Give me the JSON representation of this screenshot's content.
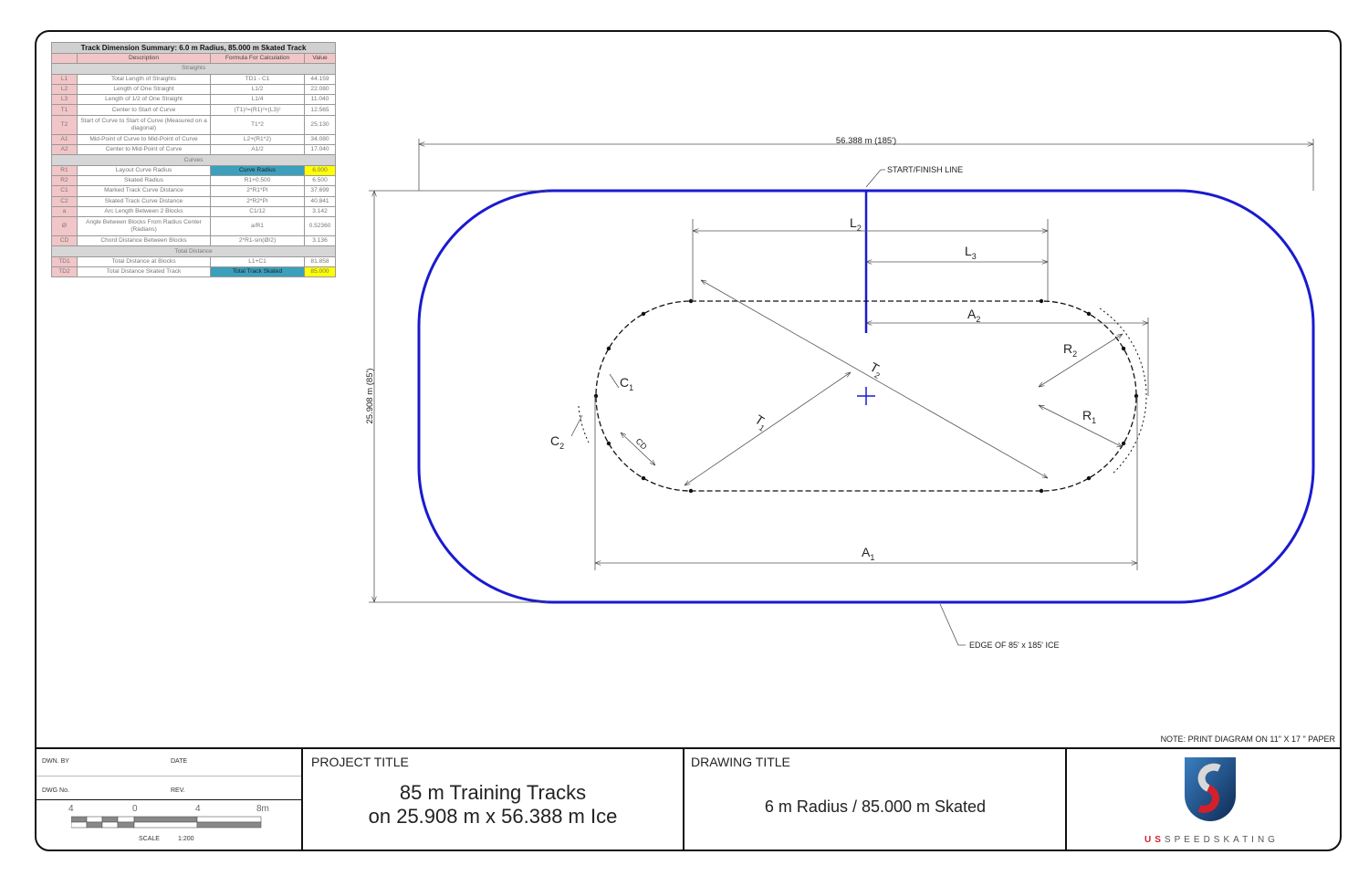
{
  "table": {
    "title": "Track Dimension Summary: 6.0 m Radius, 85.000 m Skated Track",
    "headers": [
      "",
      "Description",
      "Formula For Calculation",
      "Value"
    ],
    "sections": [
      {
        "name": "Straights",
        "rows": [
          {
            "sym": "L1",
            "desc": "Total Length of Straights",
            "formula": "TD1 - C1",
            "value": "44.159"
          },
          {
            "sym": "L2",
            "desc": "Length of One Straight",
            "formula": "L1/2",
            "value": "22.080"
          },
          {
            "sym": "L3",
            "desc": "Length of 1/2 of One Straight",
            "formula": "L1/4",
            "value": "11.040"
          },
          {
            "sym": "T1",
            "desc": "Center to Start of Curve",
            "formula": "(T1)²=(R1)²+(L3)²",
            "value": "12.565"
          },
          {
            "sym": "T2",
            "desc": "Start of Curve to Start of Curve (Measured on a diagonal)",
            "formula": "T1*2",
            "value": "25.130"
          },
          {
            "sym": "A1",
            "desc": "Mid-Point of Curve to Mid-Point of Curve",
            "formula": "L2+(R1*2)",
            "value": "34.080"
          },
          {
            "sym": "A2",
            "desc": "Center to Mid-Point of Curve",
            "formula": "A1/2",
            "value": "17.040"
          }
        ]
      },
      {
        "name": "Curves",
        "rows": [
          {
            "sym": "R1",
            "desc": "Layout Curve Radius",
            "formula": "Curve Radius",
            "value": "6.000",
            "hl": true
          },
          {
            "sym": "R2",
            "desc": "Skated Radius",
            "formula": "R1+0.500",
            "value": "6.500"
          },
          {
            "sym": "C1",
            "desc": "Marked Track Curve Distance",
            "formula": "2*R1*PI",
            "value": "37.699"
          },
          {
            "sym": "C2",
            "desc": "Skated Track Curve Distance",
            "formula": "2*R2*PI",
            "value": "40.841"
          },
          {
            "sym": "a",
            "desc": "Arc Length Between 2 Blocks",
            "formula": "C1/12",
            "value": "3.142"
          },
          {
            "sym": "Ø",
            "desc": "Angle Between Blocks From Radius Center (Radians)",
            "formula": "a/R1",
            "value": "0.52360"
          },
          {
            "sym": "CD",
            "desc": "Chord Distance Between Blocks",
            "formula": "2*R1-sin(Ø/2)",
            "value": "3.136"
          }
        ]
      },
      {
        "name": "Total Distance",
        "rows": [
          {
            "sym": "TD1",
            "desc": "Total Distance at Blocks",
            "formula": "L1+C1",
            "value": "81.858"
          },
          {
            "sym": "TD2",
            "desc": "Total Distance Skated Track",
            "formula": "Total Track Skated",
            "value": "85.000",
            "hl": true
          }
        ]
      }
    ]
  },
  "drawing": {
    "width_dim": "56.388 m (185')",
    "height_dim": "25.908 m (85')",
    "start_finish": "START/FINISH LINE",
    "edge_label": "EDGE OF 85' x 185' ICE",
    "note": "NOTE: PRINT DIAGRAM ON 11\" X 17 \" PAPER",
    "labels": {
      "L2": [
        "L",
        "2"
      ],
      "L3": [
        "L",
        "3"
      ],
      "A2": [
        "A",
        "2"
      ],
      "A1": [
        "A",
        "1"
      ],
      "R2": [
        "R",
        "2"
      ],
      "R1": [
        "R",
        "1"
      ],
      "T1": [
        "T",
        "1"
      ],
      "T2": [
        "T",
        "2"
      ],
      "C1": [
        "C",
        "1"
      ],
      "C2": [
        "C",
        "2"
      ],
      "CD": "CD"
    },
    "colors": {
      "rink": "#1a1ad0",
      "line": "#111111"
    }
  },
  "title_block": {
    "drawn_by": "DWN. BY",
    "date": "DATE",
    "dwg_no": "DWG No.",
    "rev": "REV.",
    "scale_ticks": [
      "4",
      "0",
      "4",
      "8m"
    ],
    "scale_label": "SCALE",
    "scale_value": "1:200",
    "project_heading": "PROJECT TITLE",
    "project_line1": "85 m  Training Tracks",
    "project_line2": "on 25.908 m x 56.388 m Ice",
    "drawing_heading": "DRAWING TITLE",
    "drawing_title": "6 m Radius /   85.000 m Skated",
    "logo_text_us": "US",
    "logo_text_rest": "SPEEDSKATING"
  }
}
